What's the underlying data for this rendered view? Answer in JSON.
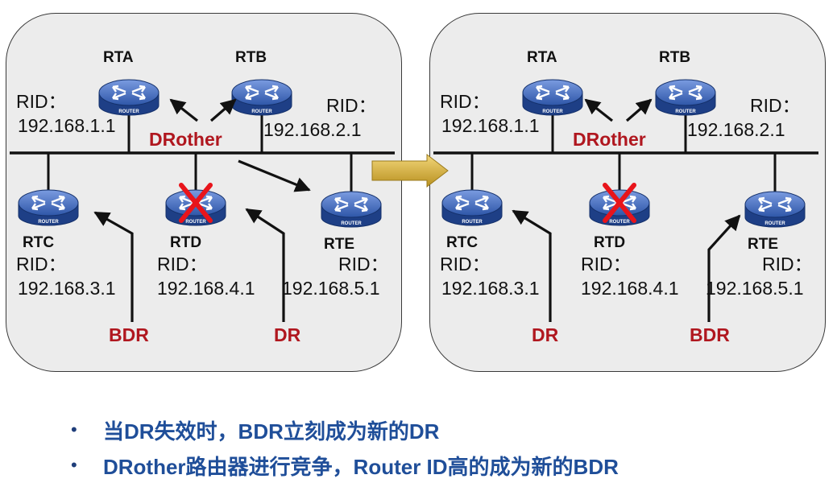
{
  "left": {
    "routers": [
      {
        "name": "RTA",
        "rid_label": "RID：",
        "rid": "192.168.1.1"
      },
      {
        "name": "RTB",
        "rid_label": "RID：",
        "rid": "192.168.2.1"
      },
      {
        "name": "RTC",
        "rid_label": "RID：",
        "rid": "192.168.3.1"
      },
      {
        "name": "RTD",
        "rid_label": "RID：",
        "rid": "192.168.4.1"
      },
      {
        "name": "RTE",
        "rid_label": "RID：",
        "rid": "192.168.5.1"
      }
    ],
    "roles": {
      "drother": "DRother",
      "bdr": "BDR",
      "dr": "DR"
    }
  },
  "right": {
    "routers": [
      {
        "name": "RTA",
        "rid_label": "RID：",
        "rid": "192.168.1.1"
      },
      {
        "name": "RTB",
        "rid_label": "RID：",
        "rid": "192.168.2.1"
      },
      {
        "name": "RTC",
        "rid_label": "RID：",
        "rid": "192.168.3.1"
      },
      {
        "name": "RTD",
        "rid_label": "RID：",
        "rid": "192.168.4.1"
      },
      {
        "name": "RTE",
        "rid_label": "RID：",
        "rid": "192.168.5.1"
      }
    ],
    "roles": {
      "drother": "DRother",
      "dr": "DR",
      "bdr": "BDR"
    }
  },
  "router_badge": "ROUTER",
  "bullets": {
    "marker": "•",
    "items": [
      "当DR失效时，BDR立刻成为新的DR",
      "DRother路由器进行竞争，Router ID高的成为新的BDR"
    ]
  },
  "colors": {
    "router": "#2e56a8",
    "role": "#b0171f",
    "bullet_text": "#1f4e99",
    "failed_mark": "#e8141b",
    "transition_arrow": "#e0b63a"
  }
}
